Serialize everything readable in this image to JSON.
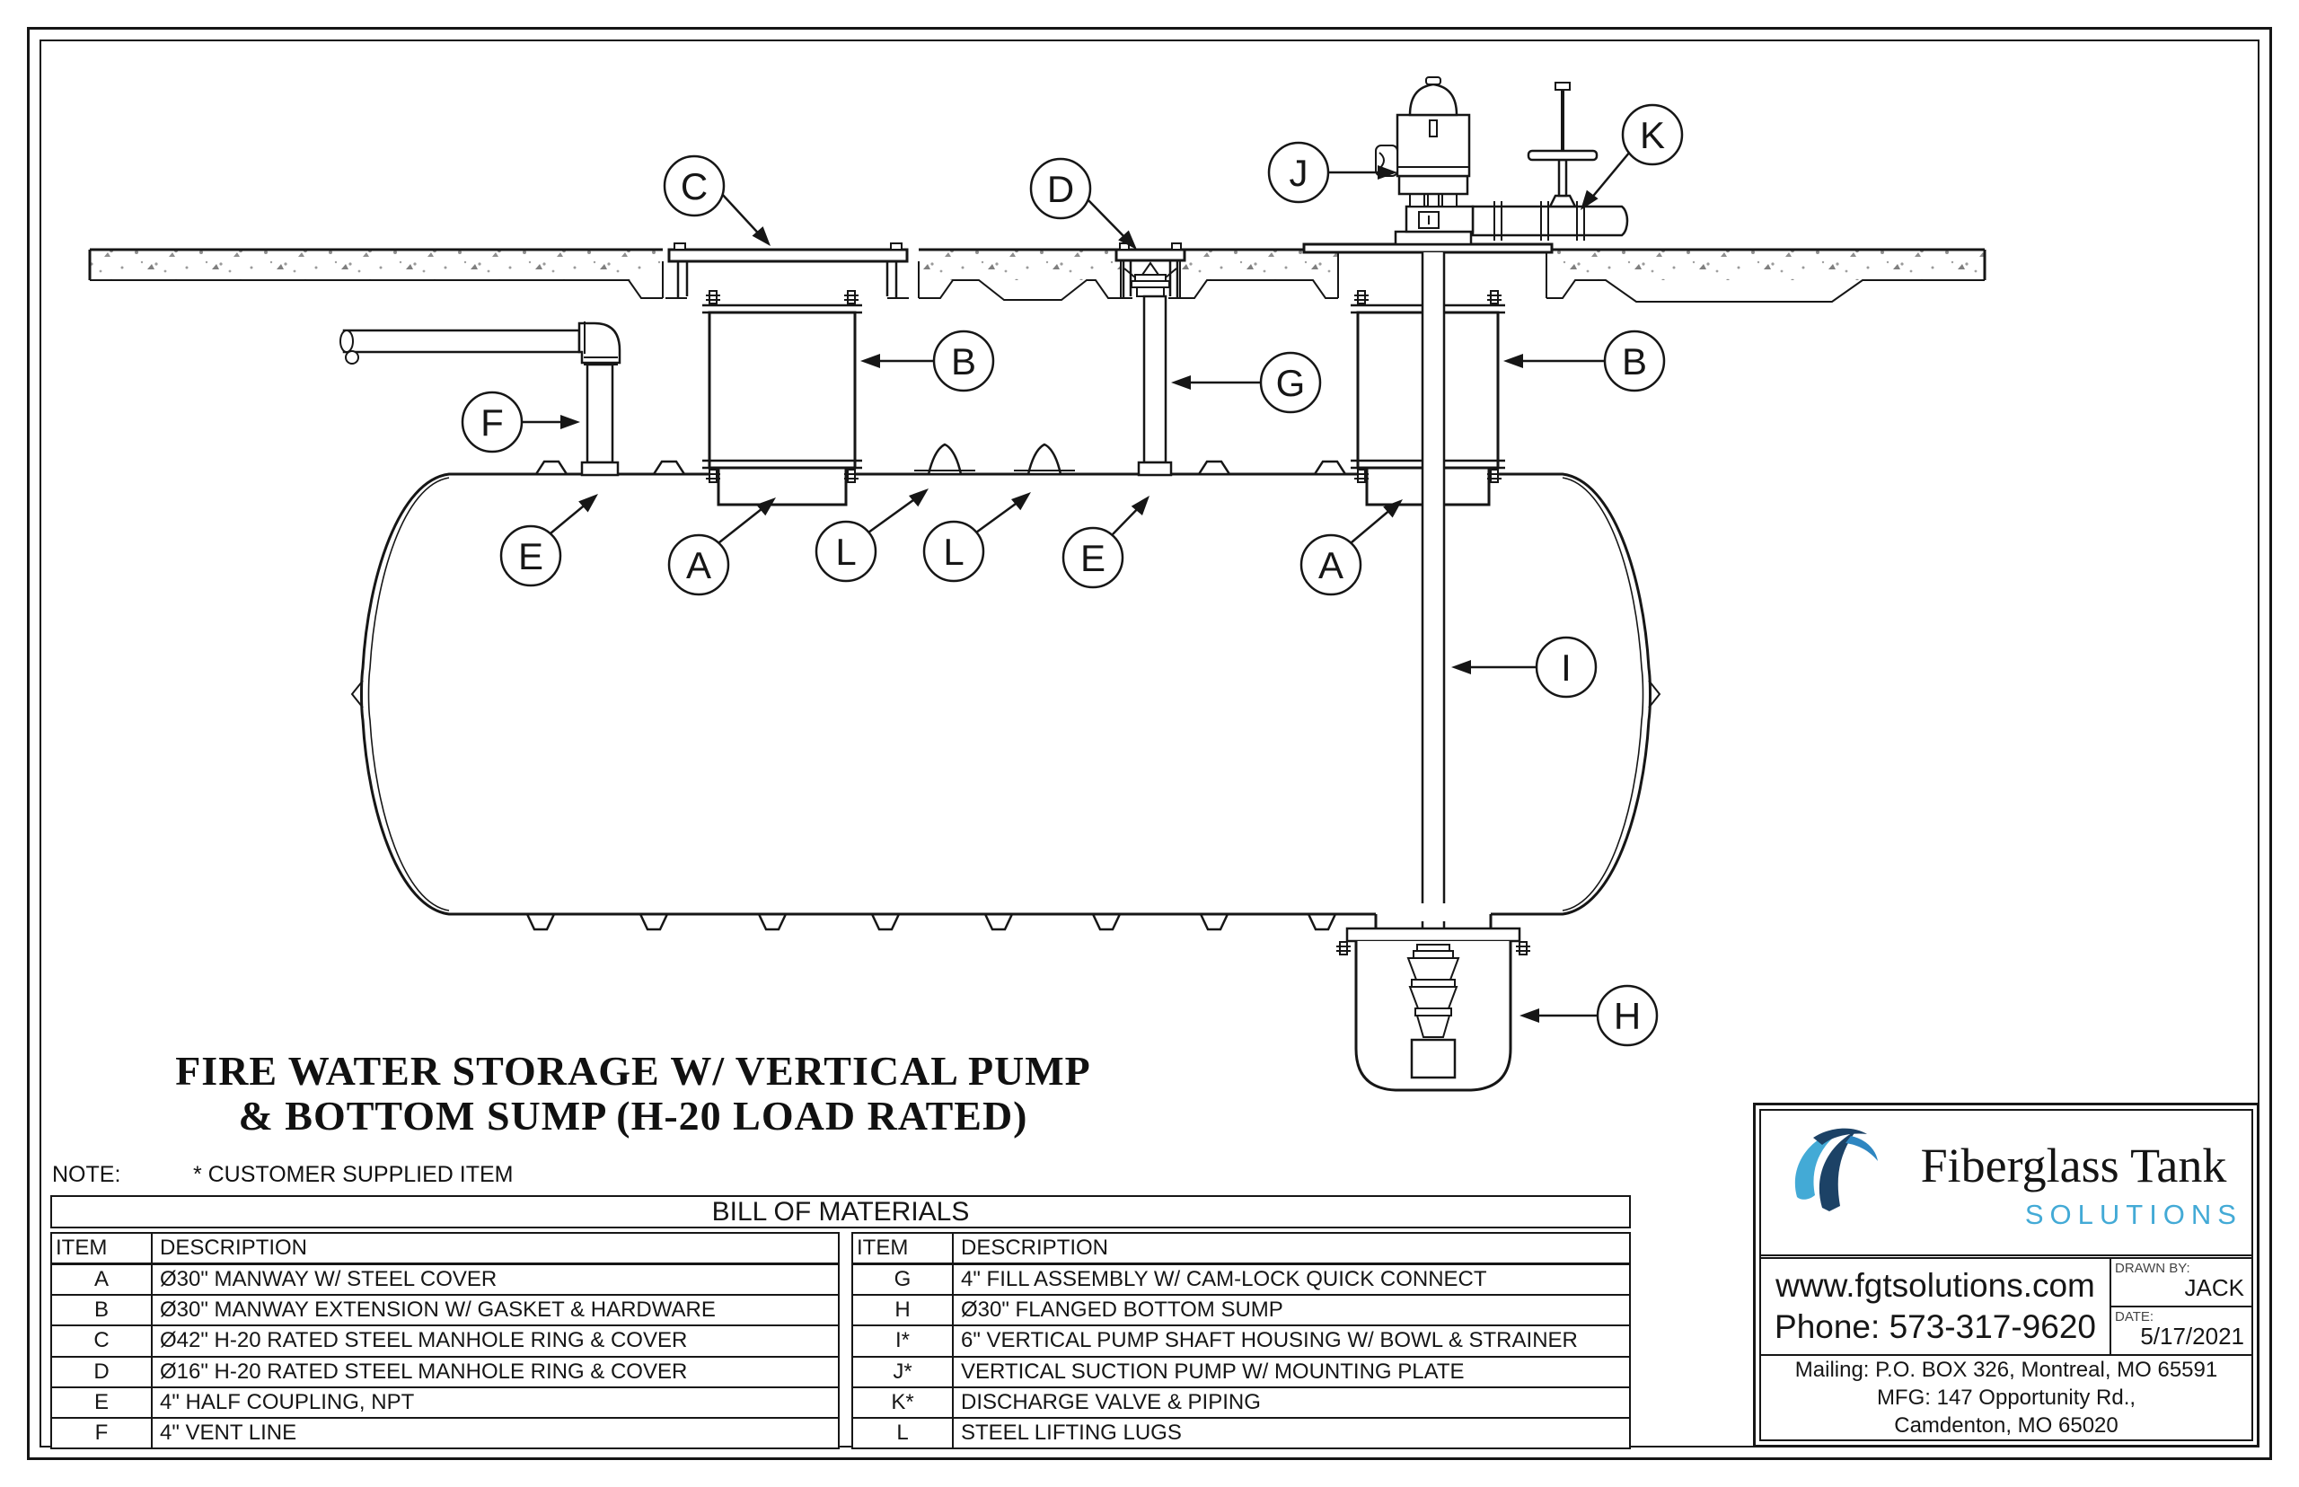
{
  "drawing": {
    "title_line1": "FIRE WATER STORAGE W/ VERTICAL PUMP",
    "title_line2": "& BOTTOM SUMP (H-20 LOAD RATED)",
    "note_label": "NOTE:",
    "note_text": "* CUSTOMER SUPPLIED ITEM"
  },
  "callouts": [
    {
      "letter": "C"
    },
    {
      "letter": "D"
    },
    {
      "letter": "J"
    },
    {
      "letter": "K"
    },
    {
      "letter": "B"
    },
    {
      "letter": "B"
    },
    {
      "letter": "G"
    },
    {
      "letter": "F"
    },
    {
      "letter": "E"
    },
    {
      "letter": "A"
    },
    {
      "letter": "L"
    },
    {
      "letter": "L"
    },
    {
      "letter": "E"
    },
    {
      "letter": "A"
    },
    {
      "letter": "I"
    },
    {
      "letter": "H"
    }
  ],
  "bom": {
    "title": "BILL OF MATERIALS",
    "col_item": "ITEM",
    "col_desc": "DESCRIPTION",
    "left_rows": [
      [
        "A",
        "Ø30\" MANWAY W/ STEEL COVER"
      ],
      [
        "B",
        "Ø30\" MANWAY EXTENSION W/ GASKET & HARDWARE"
      ],
      [
        "C",
        "Ø42\" H-20 RATED STEEL MANHOLE RING & COVER"
      ],
      [
        "D",
        "Ø16\" H-20 RATED STEEL MANHOLE RING & COVER"
      ],
      [
        "E",
        "4\" HALF COUPLING, NPT"
      ],
      [
        "F",
        "4\" VENT LINE"
      ]
    ],
    "right_rows": [
      [
        "G",
        "4\" FILL ASSEMBLY W/ CAM-LOCK QUICK CONNECT"
      ],
      [
        "H",
        "Ø30\" FLANGED BOTTOM SUMP"
      ],
      [
        "I*",
        "6\" VERTICAL PUMP SHAFT HOUSING W/ BOWL & STRAINER"
      ],
      [
        "J*",
        "VERTICAL SUCTION PUMP W/ MOUNTING PLATE"
      ],
      [
        "K*",
        "DISCHARGE VALVE & PIPING"
      ],
      [
        "L",
        "STEEL LIFTING LUGS"
      ]
    ]
  },
  "title_block": {
    "brand_name": "Fiberglass Tank",
    "brand_sub": "SOLUTIONS",
    "website": "www.fgtsolutions.com",
    "phone": "Phone: 573-317-9620",
    "drawn_by_label": "DRAWN BY:",
    "drawn_by": "JACK",
    "date_label": "DATE:",
    "date": "5/17/2021",
    "mailing_line1": "Mailing: P.O. BOX 326, Montreal, MO 65591",
    "mailing_line2": "MFG: 147 Opportunity Rd.,",
    "mailing_line3": "Camdenton, MO 65020"
  },
  "colors": {
    "line": "#161616",
    "concrete_dot": "#8f8f8f",
    "brand_navy": "#1c4266",
    "brand_blue": "#2e86c1",
    "brand_light_blue": "#43aad6"
  }
}
